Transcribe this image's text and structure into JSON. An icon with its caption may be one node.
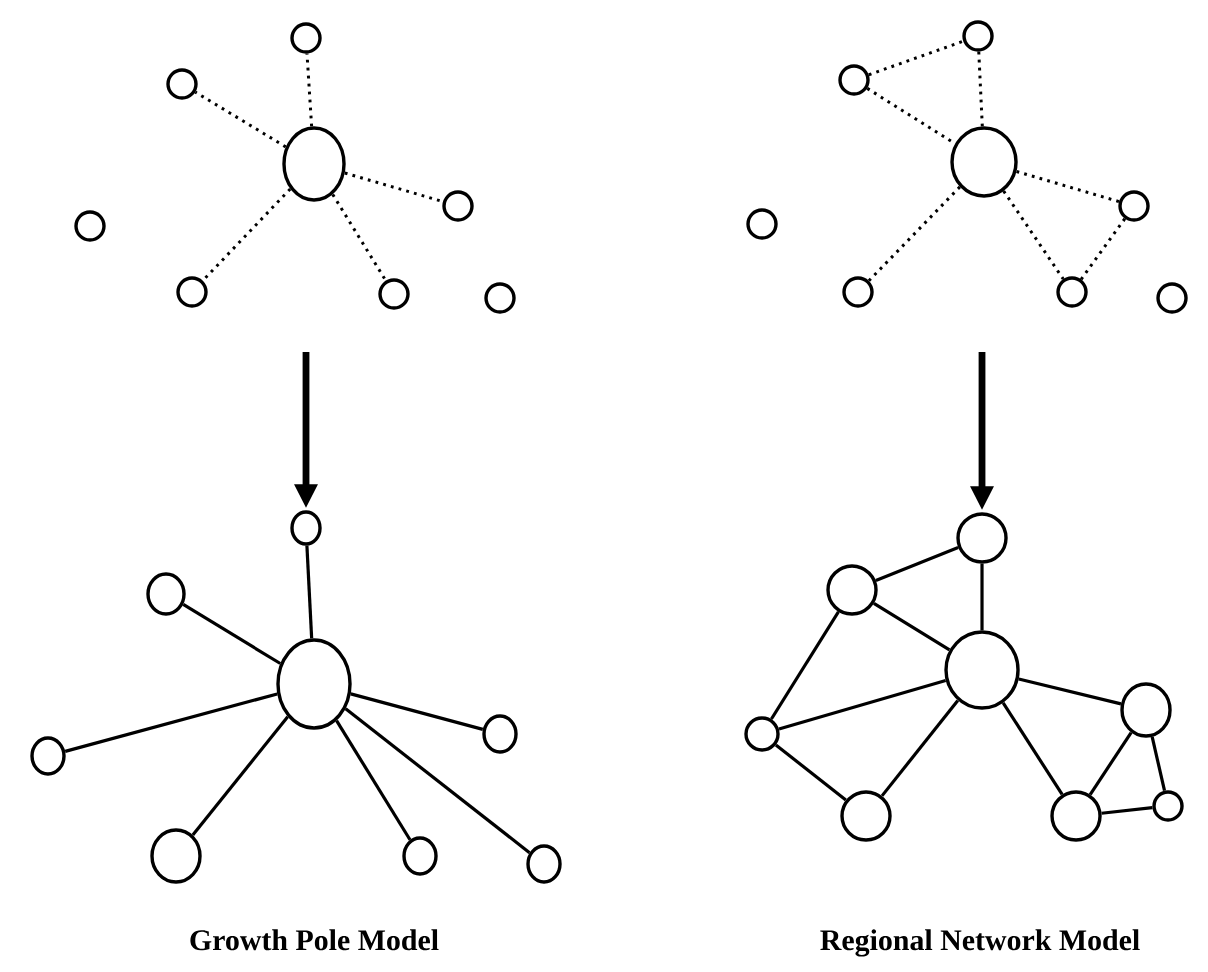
{
  "diagram": {
    "nodes": [
      {
        "text": [],
        "shape": "circle"
      },
      {
        "text": [],
        "shape": "circle"
      },
      {
        "text": [],
        "shape": "circle"
      },
      {
        "text": [],
        "shape": "circle"
      },
      {
        "text": [],
        "shape": "circle"
      },
      {
        "text": [],
        "shape": "circle"
      },
      {
        "text": [],
        "shape": "circle"
      },
      {
        "text": [],
        "shape": "circle"
      },
      {
        "text": [],
        "shape": "circle"
      },
      {
        "text": [],
        "shape": "circle"
      },
      {
        "text": [],
        "shape": "circle"
      },
      {
        "text": [],
        "shape": "circle"
      },
      {
        "text": [],
        "shape": "circle"
      },
      {
        "text": [],
        "shape": "circle"
      },
      {
        "text": [],
        "shape": "circle"
      },
      {
        "text": [],
        "shape": "circle"
      },
      {
        "text": [],
        "shape": "circle"
      },
      {
        "text": [],
        "shape": "circle"
      },
      {
        "text": [],
        "shape": "circle"
      },
      {
        "text": [],
        "shape": "circle"
      },
      {
        "text": [],
        "shape": "circle"
      },
      {
        "text": [],
        "shape": "circle"
      },
      {
        "text": [],
        "shape": "circle"
      },
      {
        "text": [],
        "shape": "circle"
      },
      {
        "text": [],
        "shape": "circle"
      },
      {
        "text": [],
        "shape": "circle"
      },
      {
        "text": [],
        "shape": "circle"
      },
      {
        "text": [],
        "shape": "circle"
      },
      {
        "text": [],
        "shape": "circle"
      },
      {
        "text": [],
        "shape": "circle"
      },
      {
        "text": [],
        "shape": "circle"
      },
      {
        "text": [],
        "shape": "circle"
      }
    ],
    "edges": [
      {
        "from": 0,
        "to": 1,
        "arrow": "none",
        "style": "dashed"
      },
      {
        "from": 0,
        "to": 2,
        "arrow": "none",
        "style": "dashed"
      },
      {
        "from": 0,
        "to": 3,
        "arrow": "none",
        "style": "dashed"
      },
      {
        "from": 0,
        "to": 5,
        "arrow": "none",
        "style": "dashed"
      },
      {
        "from": 0,
        "to": 6,
        "arrow": "none",
        "style": "dashed"
      },
      {
        "from": 10,
        "to": 9,
        "arrow": "none",
        "style": "dashed"
      },
      {
        "from": 10,
        "to": 8,
        "arrow": "none",
        "style": "dashed"
      },
      {
        "from": 9,
        "to": 8,
        "arrow": "none",
        "style": "dashed"
      },
      {
        "from": 8,
        "to": 11,
        "arrow": "none",
        "style": "dashed"
      },
      {
        "from": 11,
        "to": 14,
        "arrow": "none",
        "style": "dashed"
      },
      {
        "from": 8,
        "to": 13,
        "arrow": "none",
        "style": "dashed"
      },
      {
        "from": 8,
        "to": 14,
        "arrow": "none",
        "style": "dashed"
      },
      {
        "from": null,
        "to": 17,
        "arrow": "to",
        "style": "thick"
      },
      {
        "from": null,
        "to": 25,
        "arrow": "to",
        "style": "thick"
      },
      {
        "from": 16,
        "to": 17,
        "arrow": "none"
      },
      {
        "from": 16,
        "to": 18,
        "arrow": "none"
      },
      {
        "from": 16,
        "to": 19,
        "arrow": "none"
      },
      {
        "from": 16,
        "to": 20,
        "arrow": "none"
      },
      {
        "from": 16,
        "to": 21,
        "arrow": "none"
      },
      {
        "from": 16,
        "to": 22,
        "arrow": "none"
      },
      {
        "from": 16,
        "to": 23,
        "arrow": "none"
      },
      {
        "from": 25,
        "to": 26,
        "arrow": "none"
      },
      {
        "from": 25,
        "to": 24,
        "arrow": "none"
      },
      {
        "from": 26,
        "to": 24,
        "arrow": "none"
      },
      {
        "from": 26,
        "to": 27,
        "arrow": "none"
      },
      {
        "from": 27,
        "to": 24,
        "arrow": "none"
      },
      {
        "from": 27,
        "to": 28,
        "arrow": "none"
      },
      {
        "from": 28,
        "to": 24,
        "arrow": "none"
      },
      {
        "from": 24,
        "to": 30,
        "arrow": "none"
      },
      {
        "from": 24,
        "to": 29,
        "arrow": "none"
      },
      {
        "from": 30,
        "to": 29,
        "arrow": "none"
      },
      {
        "from": 30,
        "to": 31,
        "arrow": "none"
      },
      {
        "from": 29,
        "to": 31,
        "arrow": "none"
      }
    ],
    "labels": [
      "Growth Pole Model",
      "Regional Network Model"
    ]
  }
}
